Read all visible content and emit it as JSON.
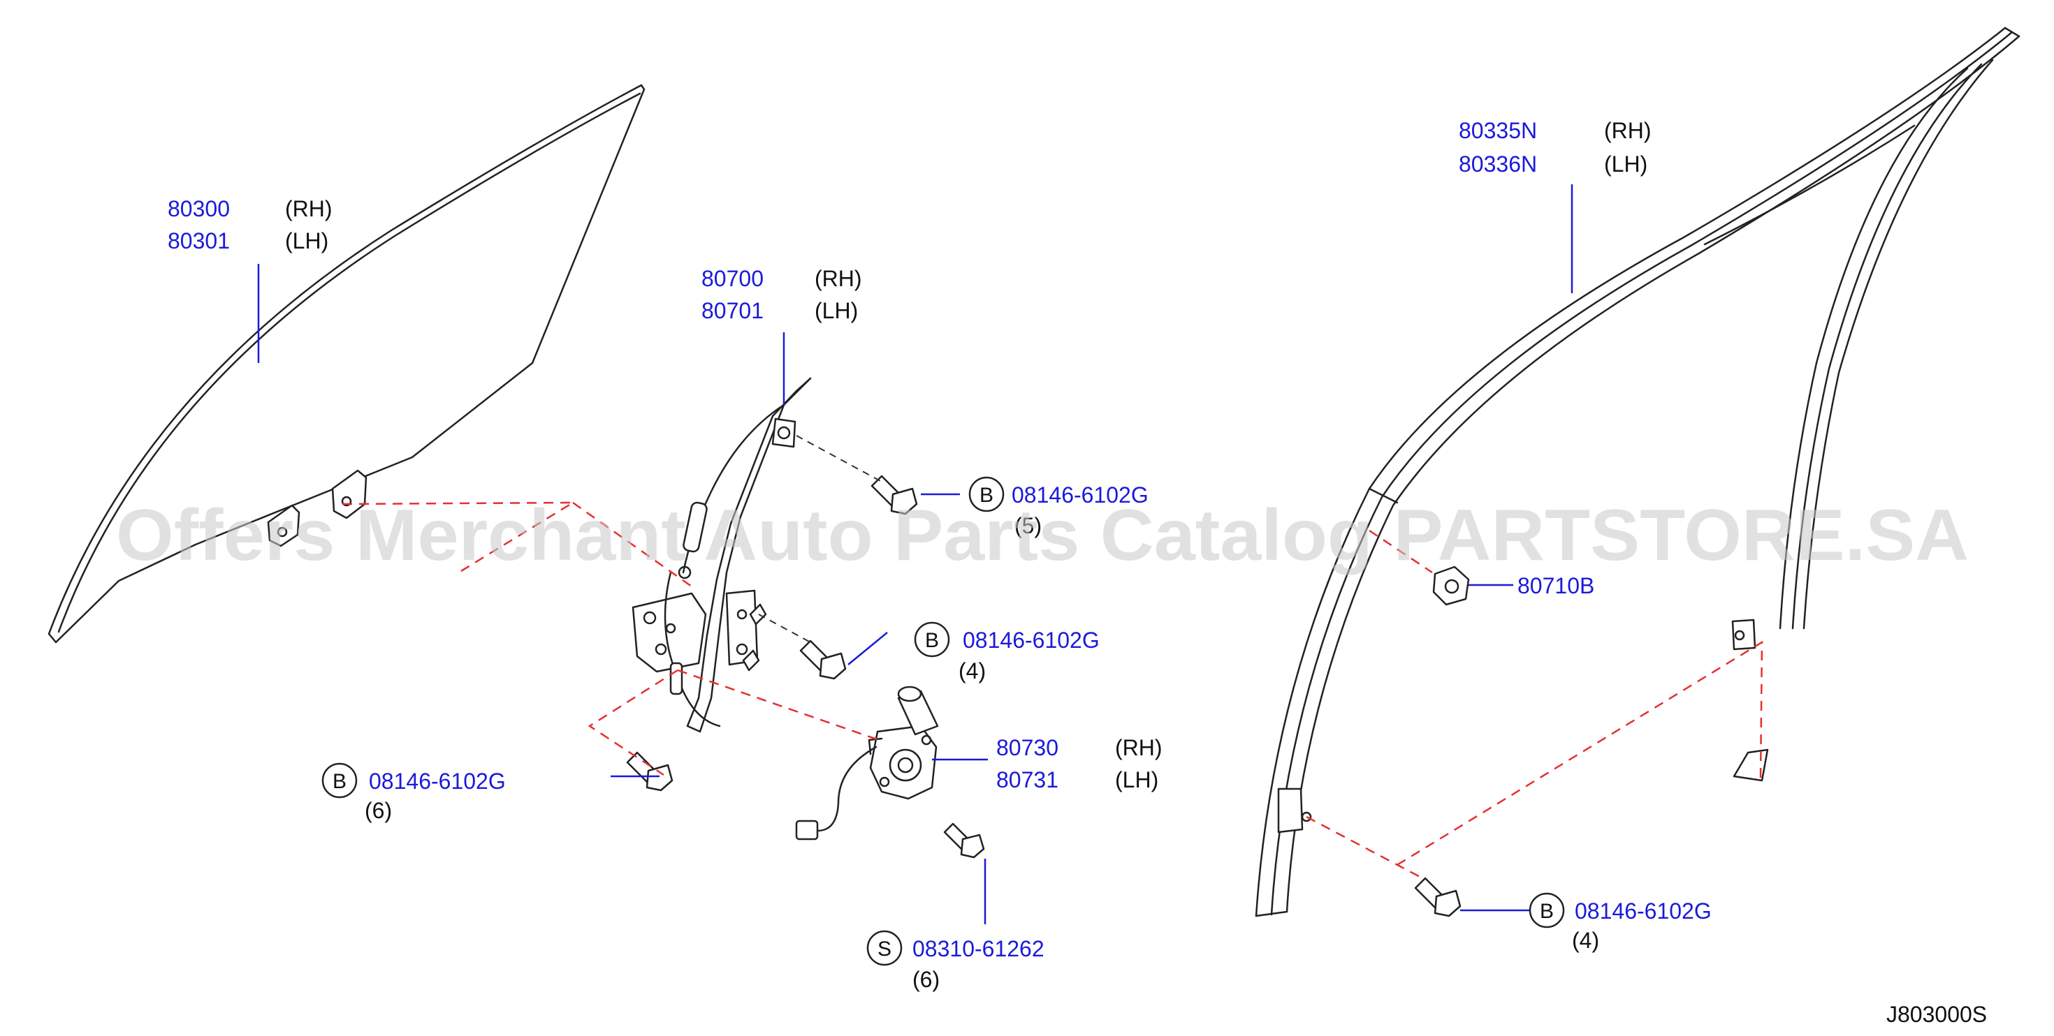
{
  "callouts": {
    "glass": {
      "part_rh": "80300",
      "side_rh": "(RH)",
      "part_lh": "80301",
      "side_lh": "(LH)"
    },
    "regulator": {
      "part_rh": "80700",
      "side_rh": "(RH)",
      "part_lh": "80701",
      "side_lh": "(LH)"
    },
    "sash": {
      "part_rh": "80335N",
      "side_rh": "(RH)",
      "part_lh": "80336N",
      "side_lh": "(LH)"
    },
    "nut": {
      "part": "80710B"
    },
    "motor": {
      "part_rh": "80730",
      "side_rh": "(RH)",
      "part_lh": "80731",
      "side_lh": "(LH)"
    },
    "bolt_upper": {
      "symbol": "B",
      "part": "08146-6102G",
      "qty": "(5)"
    },
    "bolt_middle": {
      "symbol": "B",
      "part": "08146-6102G",
      "qty": "(4)"
    },
    "bolt_left": {
      "symbol": "B",
      "part": "08146-6102G",
      "qty": "(6)"
    },
    "screw_motor": {
      "symbol": "S",
      "part": "08310-61262",
      "qty": "(6)"
    },
    "bolt_sash": {
      "symbol": "B",
      "part": "08146-6102G",
      "qty": "(4)"
    }
  },
  "watermark": "Offers Merchant Auto Parts Catalog PARTSTORE.SA",
  "diagram_code": "J803000S",
  "colors": {
    "part_number": "#1a1adb",
    "guide_line": "#e53030",
    "ink": "#222222"
  }
}
